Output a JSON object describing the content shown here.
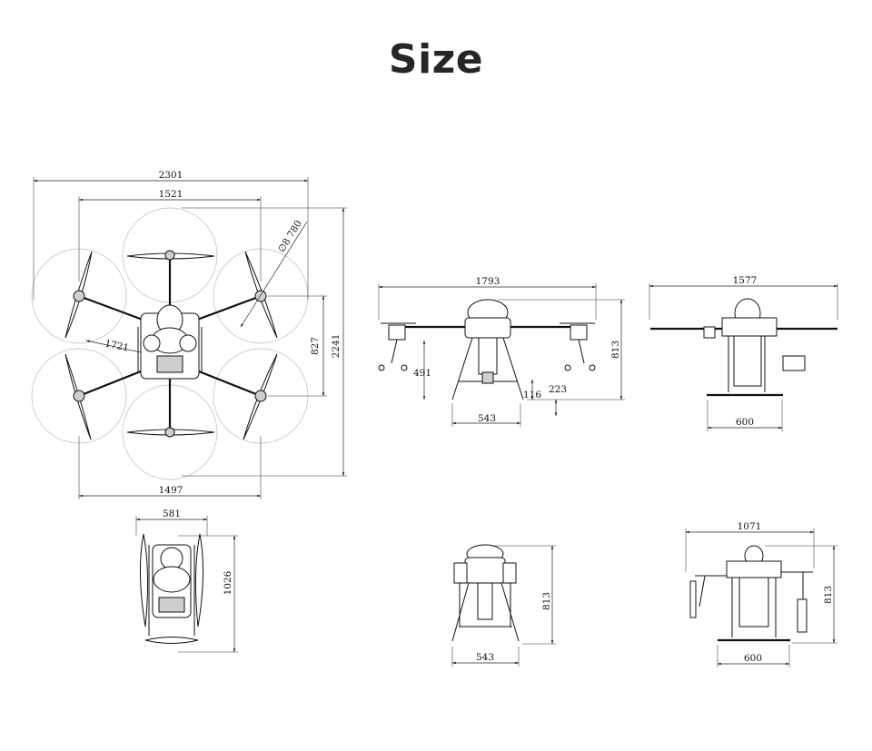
{
  "header": {
    "title": "Size"
  },
  "dimensions": {
    "top_overall_width": "2301",
    "top_motor_span": "1521",
    "propeller_diameter": "∅8 780",
    "diagonal_wheelbase": "1721",
    "top_arm_depth": "827",
    "top_overall_length": "2241",
    "top_bottom_width": "1497",
    "front_width": "1793",
    "front_height": "813",
    "front_leg_height": "491",
    "front_ground_gap": "116",
    "front_nozzle_gap": "223",
    "front_leg_span": "543",
    "side_width": "1577",
    "side_skid_length": "600",
    "folded_top_width": "581",
    "folded_top_length": "1026",
    "folded_front_height": "813",
    "folded_front_leg_span": "543",
    "folded_side_width": "1071",
    "folded_side_height": "813",
    "folded_side_skid_length": "600"
  }
}
